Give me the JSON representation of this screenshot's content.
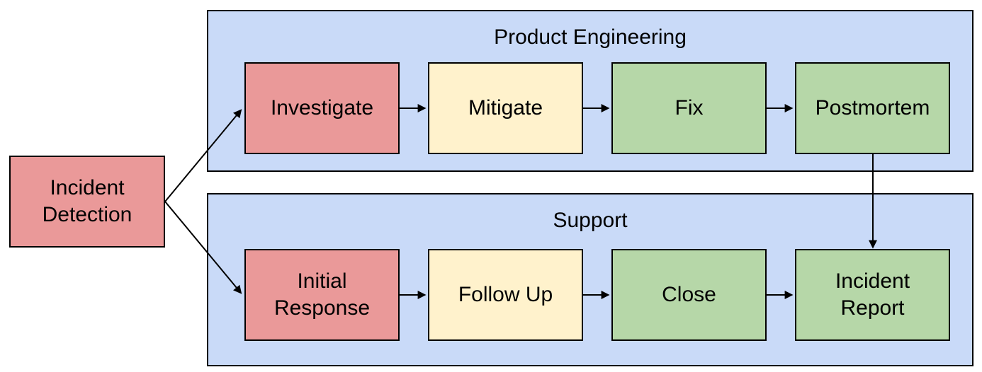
{
  "diagram": {
    "type": "flowchart",
    "source": {
      "label": "Incident Detection",
      "fill": "#ea9999"
    },
    "lanes": [
      {
        "title": "Product Engineering",
        "fill": "#c9daf8",
        "nodes": [
          {
            "label": "Investigate",
            "fill": "#ea9999"
          },
          {
            "label": "Mitigate",
            "fill": "#fff2cc"
          },
          {
            "label": "Fix",
            "fill": "#b6d7a8"
          },
          {
            "label": "Postmortem",
            "fill": "#b6d7a8"
          }
        ]
      },
      {
        "title": "Support",
        "fill": "#c9daf8",
        "nodes": [
          {
            "label": "Initial Response",
            "fill": "#ea9999"
          },
          {
            "label": "Follow Up",
            "fill": "#fff2cc"
          },
          {
            "label": "Close",
            "fill": "#b6d7a8"
          },
          {
            "label": "Incident Report",
            "fill": "#b6d7a8"
          }
        ]
      }
    ],
    "edges": [
      {
        "from": "Incident Detection",
        "to": "Investigate"
      },
      {
        "from": "Incident Detection",
        "to": "Initial Response"
      },
      {
        "from": "Investigate",
        "to": "Mitigate"
      },
      {
        "from": "Mitigate",
        "to": "Fix"
      },
      {
        "from": "Fix",
        "to": "Postmortem"
      },
      {
        "from": "Postmortem",
        "to": "Incident Report"
      },
      {
        "from": "Initial Response",
        "to": "Follow Up"
      },
      {
        "from": "Follow Up",
        "to": "Close"
      },
      {
        "from": "Close",
        "to": "Incident Report"
      }
    ],
    "colors": {
      "node_red": "#ea9999",
      "node_yellow": "#fff2cc",
      "node_green": "#b6d7a8",
      "lane_blue": "#c9daf8",
      "border": "#000000",
      "text": "#000000",
      "background": "#ffffff"
    }
  }
}
